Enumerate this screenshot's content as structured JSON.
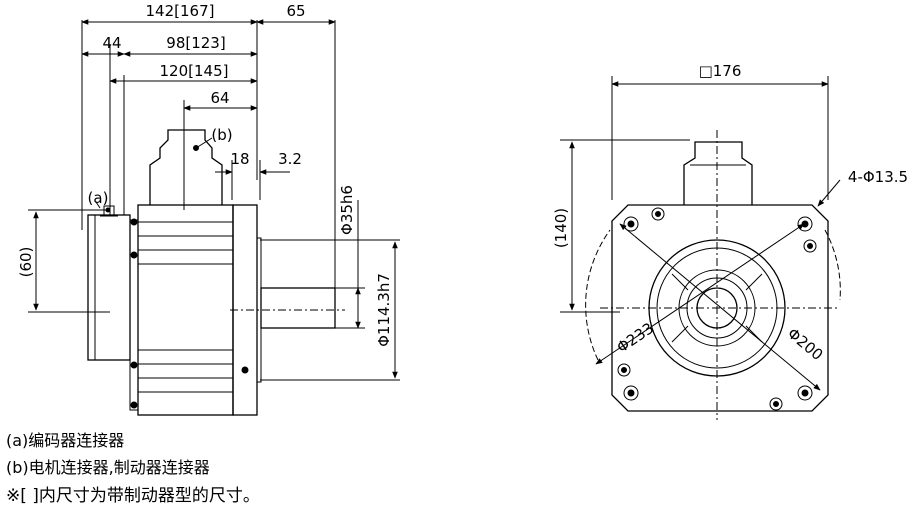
{
  "side_view": {
    "dim_total": "142[167]",
    "dim_shaft_ext": "65",
    "dim_44": "44",
    "dim_98": "98[123]",
    "dim_120": "120[145]",
    "dim_64": "64",
    "dim_18": "18",
    "dim_3_2": "3.2",
    "dim_60": "(60)",
    "dim_shaft_dia": "Φ35h6",
    "dim_pilot_dia": "Φ114.3h7",
    "label_a": "(a)",
    "label_b": "(b)"
  },
  "front_view": {
    "dim_flange": "□176",
    "dim_140": "(140)",
    "dim_holes": "4-Φ13.5",
    "dim_233": "Φ233",
    "dim_200": "Φ200"
  },
  "legend": {
    "line1": "(a)编码器连接器",
    "line2": "(b)电机连接器,制动器连接器",
    "line3": "※[  ]内尺寸为带制动器型的尺寸。"
  }
}
